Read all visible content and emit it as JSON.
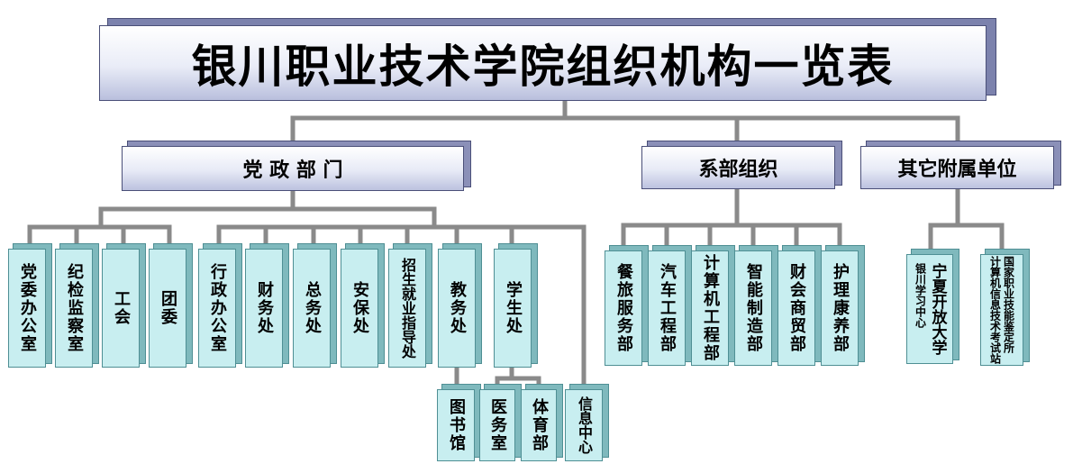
{
  "title": "银川职业技术学院组织机构一览表",
  "branches": {
    "party": {
      "label": "党 政 部 门",
      "units": [
        "党委办公室",
        "纪检监察室",
        "工会",
        "团委",
        "行政办公室",
        "财务处",
        "总务处",
        "安保处",
        "招生就业指导处",
        "教务处",
        "学生处",
        "信息中心"
      ],
      "sub_academic": [
        "图书馆"
      ],
      "sub_student": [
        "医务室",
        "体育部"
      ]
    },
    "departments": {
      "label": "系部组织",
      "units": [
        "餐旅服务部",
        "汽车工程部",
        "计算机工程部",
        "智能制造部",
        "财会商贸部",
        "护理康养部"
      ]
    },
    "affiliates": {
      "label": "其它附属单位",
      "units": [
        {
          "main": "宁夏开放大学",
          "sub": "银川学习中心"
        },
        {
          "main": "国家职业技能鉴定所",
          "sub": "计算机信息技术考试站"
        }
      ]
    }
  }
}
